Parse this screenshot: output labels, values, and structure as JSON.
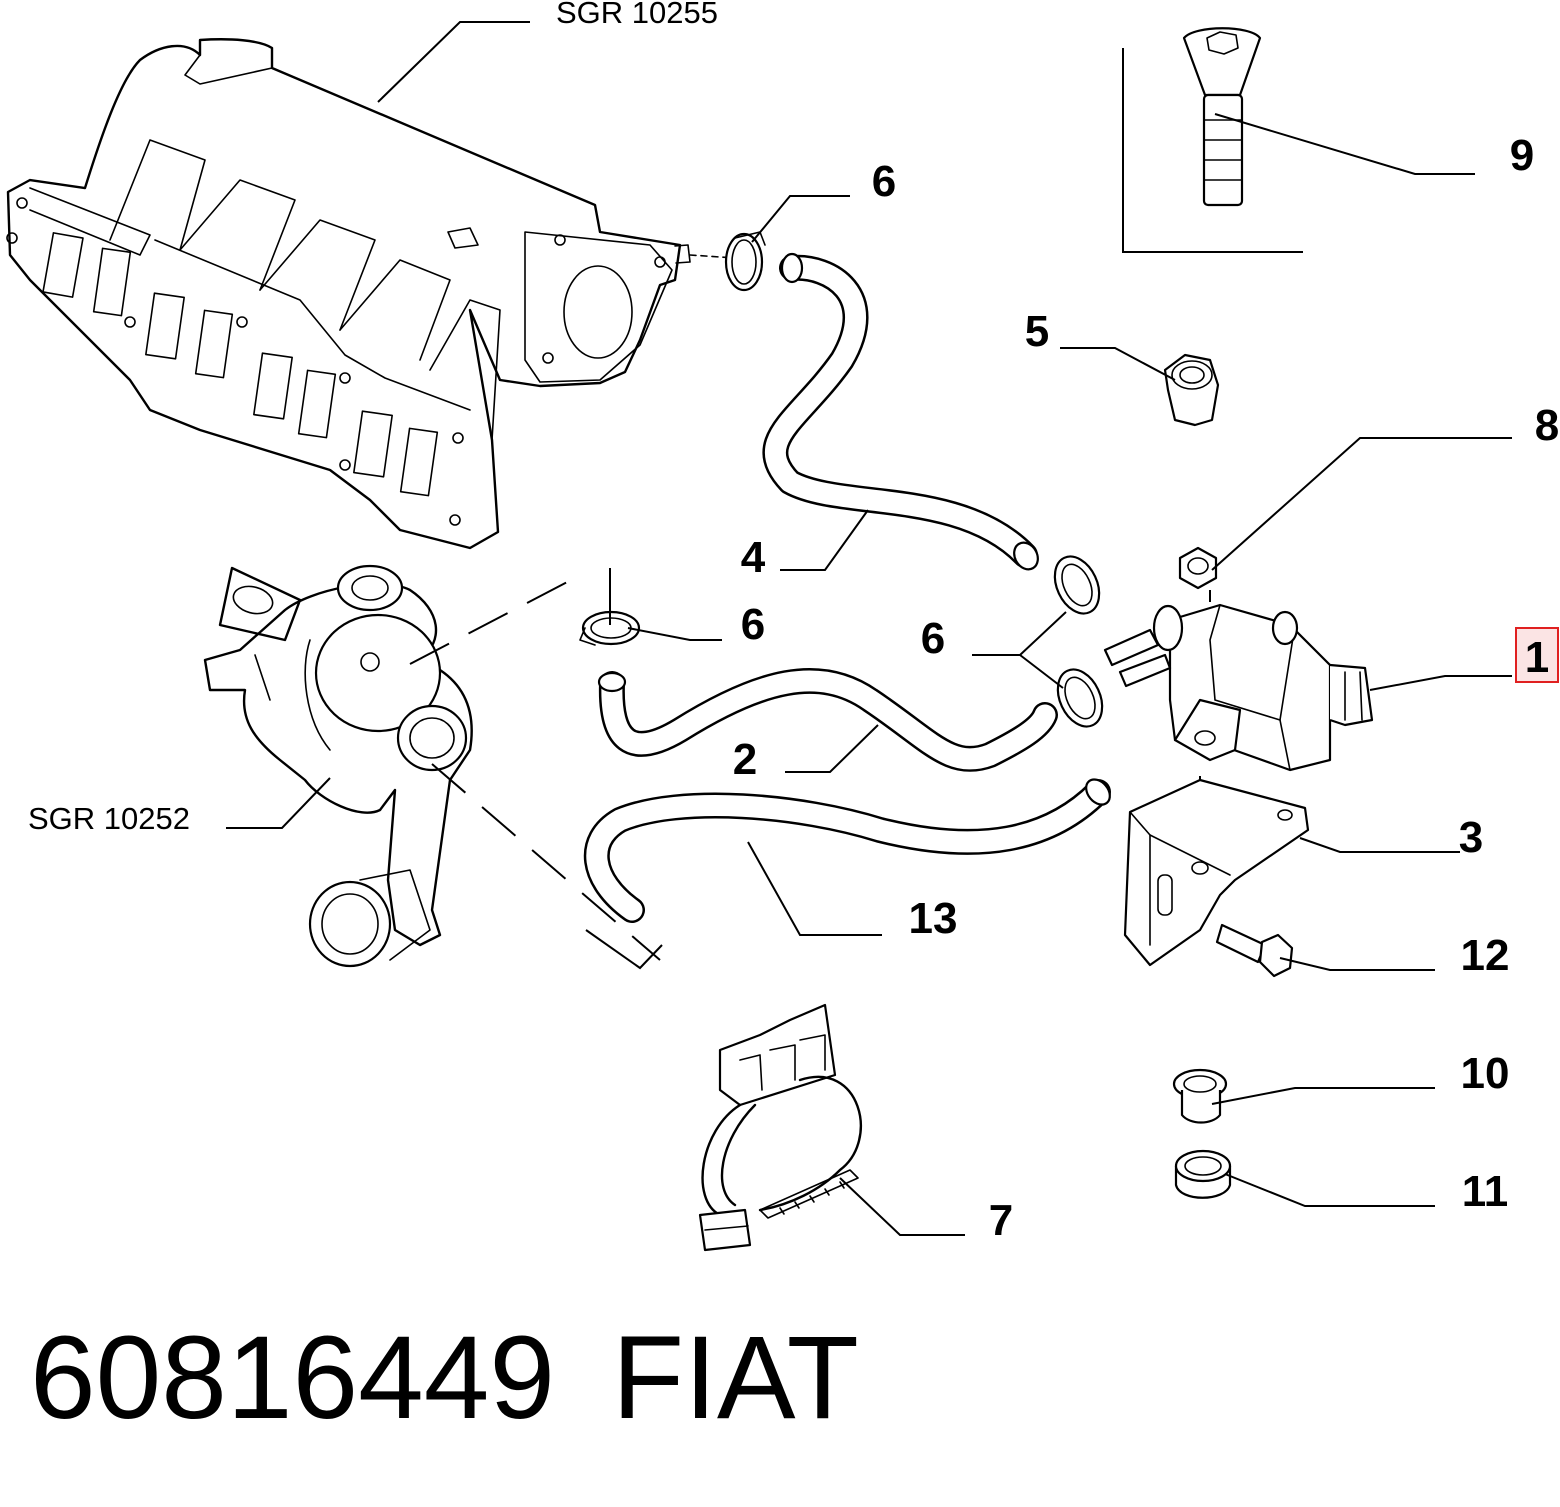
{
  "references": {
    "intake_manifold": "SGR 10255",
    "egr_valve": "SGR 10252"
  },
  "callouts": [
    {
      "key": "c1",
      "label": "1",
      "highlighted": true
    },
    {
      "key": "c2",
      "label": "2"
    },
    {
      "key": "c3",
      "label": "3"
    },
    {
      "key": "c4",
      "label": "4"
    },
    {
      "key": "c5",
      "label": "5"
    },
    {
      "key": "c6a",
      "label": "6"
    },
    {
      "key": "c6b",
      "label": "6"
    },
    {
      "key": "c6c",
      "label": "6"
    },
    {
      "key": "c7",
      "label": "7"
    },
    {
      "key": "c8",
      "label": "8"
    },
    {
      "key": "c9",
      "label": "9"
    },
    {
      "key": "c10",
      "label": "10"
    },
    {
      "key": "c11",
      "label": "11"
    },
    {
      "key": "c12",
      "label": "12"
    },
    {
      "key": "c13",
      "label": "13"
    }
  ],
  "footer": {
    "part_number": "60816449",
    "brand": "FIAT"
  },
  "colors": {
    "line": "#000000",
    "highlight_border": "#e02020",
    "highlight_fill": "#fbe4e4"
  }
}
